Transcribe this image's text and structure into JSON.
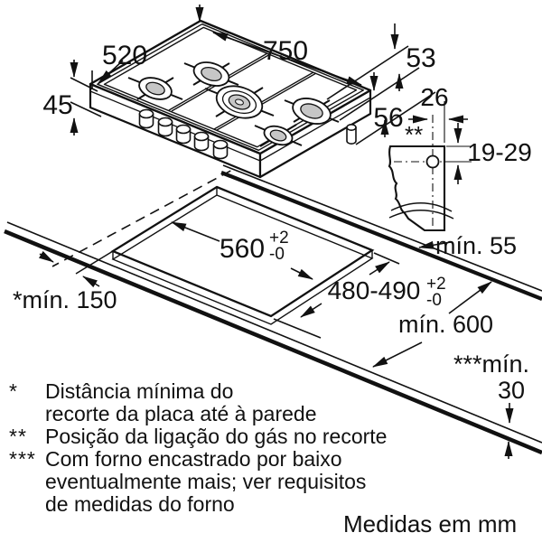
{
  "dims": {
    "hob_width": "750",
    "hob_depth": "520",
    "hob_height": "45",
    "edge_53": "53",
    "edge_56": "56",
    "gas_26": "26",
    "gas_range": "19-29",
    "gas_marker": "**",
    "back_min": "mín. 55",
    "cutout_width": "560",
    "tol_plus": "+2",
    "tol_minus": "-0",
    "cutout_depth": "480-490",
    "depth_tol_plus": "+2",
    "depth_tol_minus": "-0",
    "side_min": "*mín. 150",
    "counter_depth": "mín. 600",
    "thickness_marker": "***mín.",
    "thickness_value": "30"
  },
  "colors": {
    "line": "#111111",
    "burner_cap": "#c6c6c6"
  },
  "footnotes": [
    {
      "marker": "*",
      "lines": [
        "Distância mínima do",
        "recorte da placa até à parede"
      ]
    },
    {
      "marker": "**",
      "lines": [
        "Posição da ligação do gás no recorte"
      ]
    },
    {
      "marker": "***",
      "lines": [
        "Com forno encastrado por baixo",
        "eventualmente mais; ver requisitos",
        "de medidas do forno"
      ]
    }
  ],
  "units_note": "Medidas em mm"
}
